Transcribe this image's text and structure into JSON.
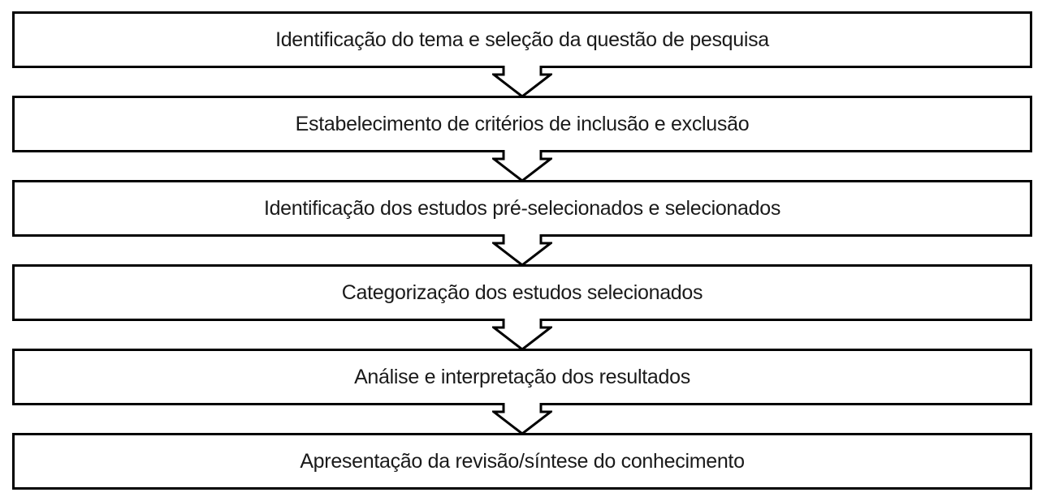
{
  "diagram": {
    "type": "flowchart",
    "direction": "top-to-bottom",
    "steps": [
      {
        "label": "Identificação do tema e seleção da questão de pesquisa"
      },
      {
        "label": "Estabelecimento de critérios de inclusão e exclusão"
      },
      {
        "label": "Identificação dos estudos pré-selecionados e selecionados"
      },
      {
        "label": "Categorização dos estudos selecionados"
      },
      {
        "label": "Análise e interpretação dos resultados"
      },
      {
        "label": "Apresentação da revisão/síntese do conhecimento"
      }
    ],
    "connector": {
      "icon": "down-arrow-icon",
      "direction": "down",
      "count": 5
    },
    "colors": {
      "box_border": "#000000",
      "box_fill": "#ffffff",
      "text": "#1a1a1a",
      "background": "#ffffff"
    }
  }
}
